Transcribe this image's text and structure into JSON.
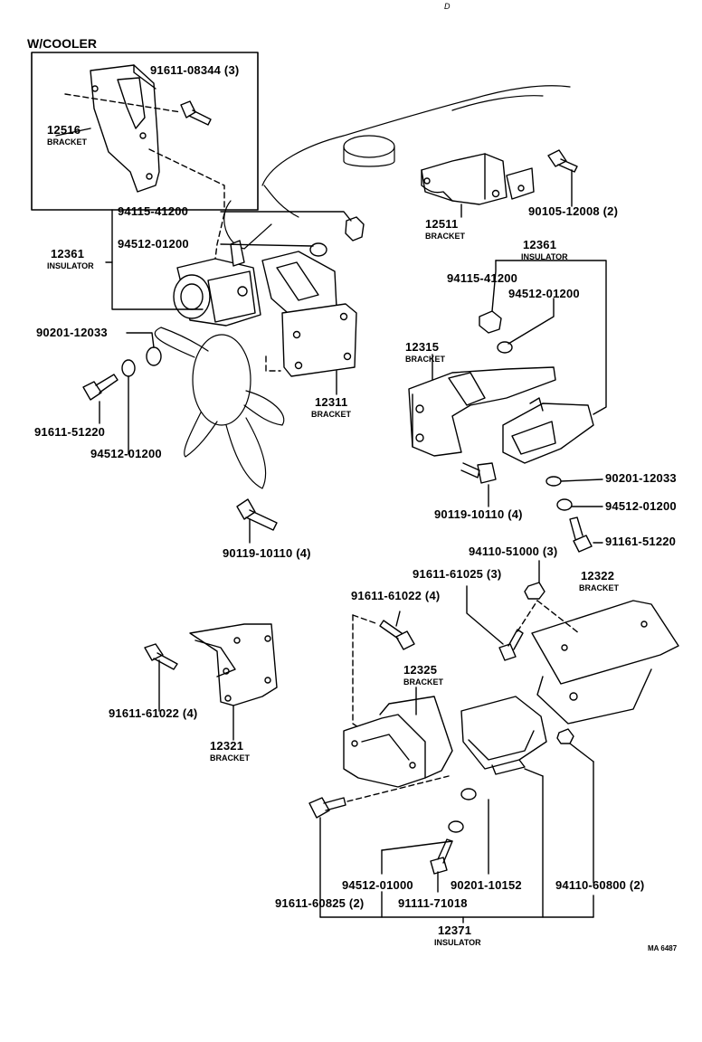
{
  "corner_mark": "D",
  "inset": {
    "title": "W/COOLER"
  },
  "parts": {
    "p91611_08344": "91611-08344 (3)",
    "p12516": {
      "number": "12516",
      "name": "BRACKET"
    },
    "p94115_41200_a": "94115-41200",
    "p94512_01200_a": "94512-01200",
    "p12361_a": {
      "number": "12361",
      "name": "INSULATOR"
    },
    "p90201_12033_a": "90201-12033",
    "p91611_51220": "91611-51220",
    "p94512_01200_b": "94512-01200",
    "p12311": {
      "number": "12311",
      "name": "BRACKET"
    },
    "p90119_10110_a": "90119-10110 (4)",
    "p12511": {
      "number": "12511",
      "name": "BRACKET"
    },
    "p90105_12008": "90105-12008 (2)",
    "p12361_b": {
      "number": "12361",
      "name": "INSULATOR"
    },
    "p94115_41200_b": "94115-41200",
    "p94512_01200_c": "94512-01200",
    "p12315": {
      "number": "12315",
      "name": "BRACKET"
    },
    "p90201_12033_b": "90201-12033",
    "p94512_01200_d": "94512-01200",
    "p90119_10110_b": "90119-10110 (4)",
    "p91161_51220": "91161-51220",
    "p94110_51000": "94110-51000 (3)",
    "p91611_61025": "91611-61025 (3)",
    "p12322": {
      "number": "12322",
      "name": "BRACKET"
    },
    "p91611_61022_a": "91611-61022 (4)",
    "p91611_61022_b": "91611-61022 (4)",
    "p12321": {
      "number": "12321",
      "name": "BRACKET"
    },
    "p12325": {
      "number": "12325",
      "name": "BRACKET"
    },
    "p94512_01000": "94512-01000",
    "p90201_10152": "90201-10152",
    "p94110_60800": "94110-60800 (2)",
    "p91611_60825": "91611-60825 (2)",
    "p91111_71018": "91111-71018",
    "p12371": {
      "number": "12371",
      "name": "INSULATOR"
    }
  },
  "drawing_id": "MA 6487"
}
